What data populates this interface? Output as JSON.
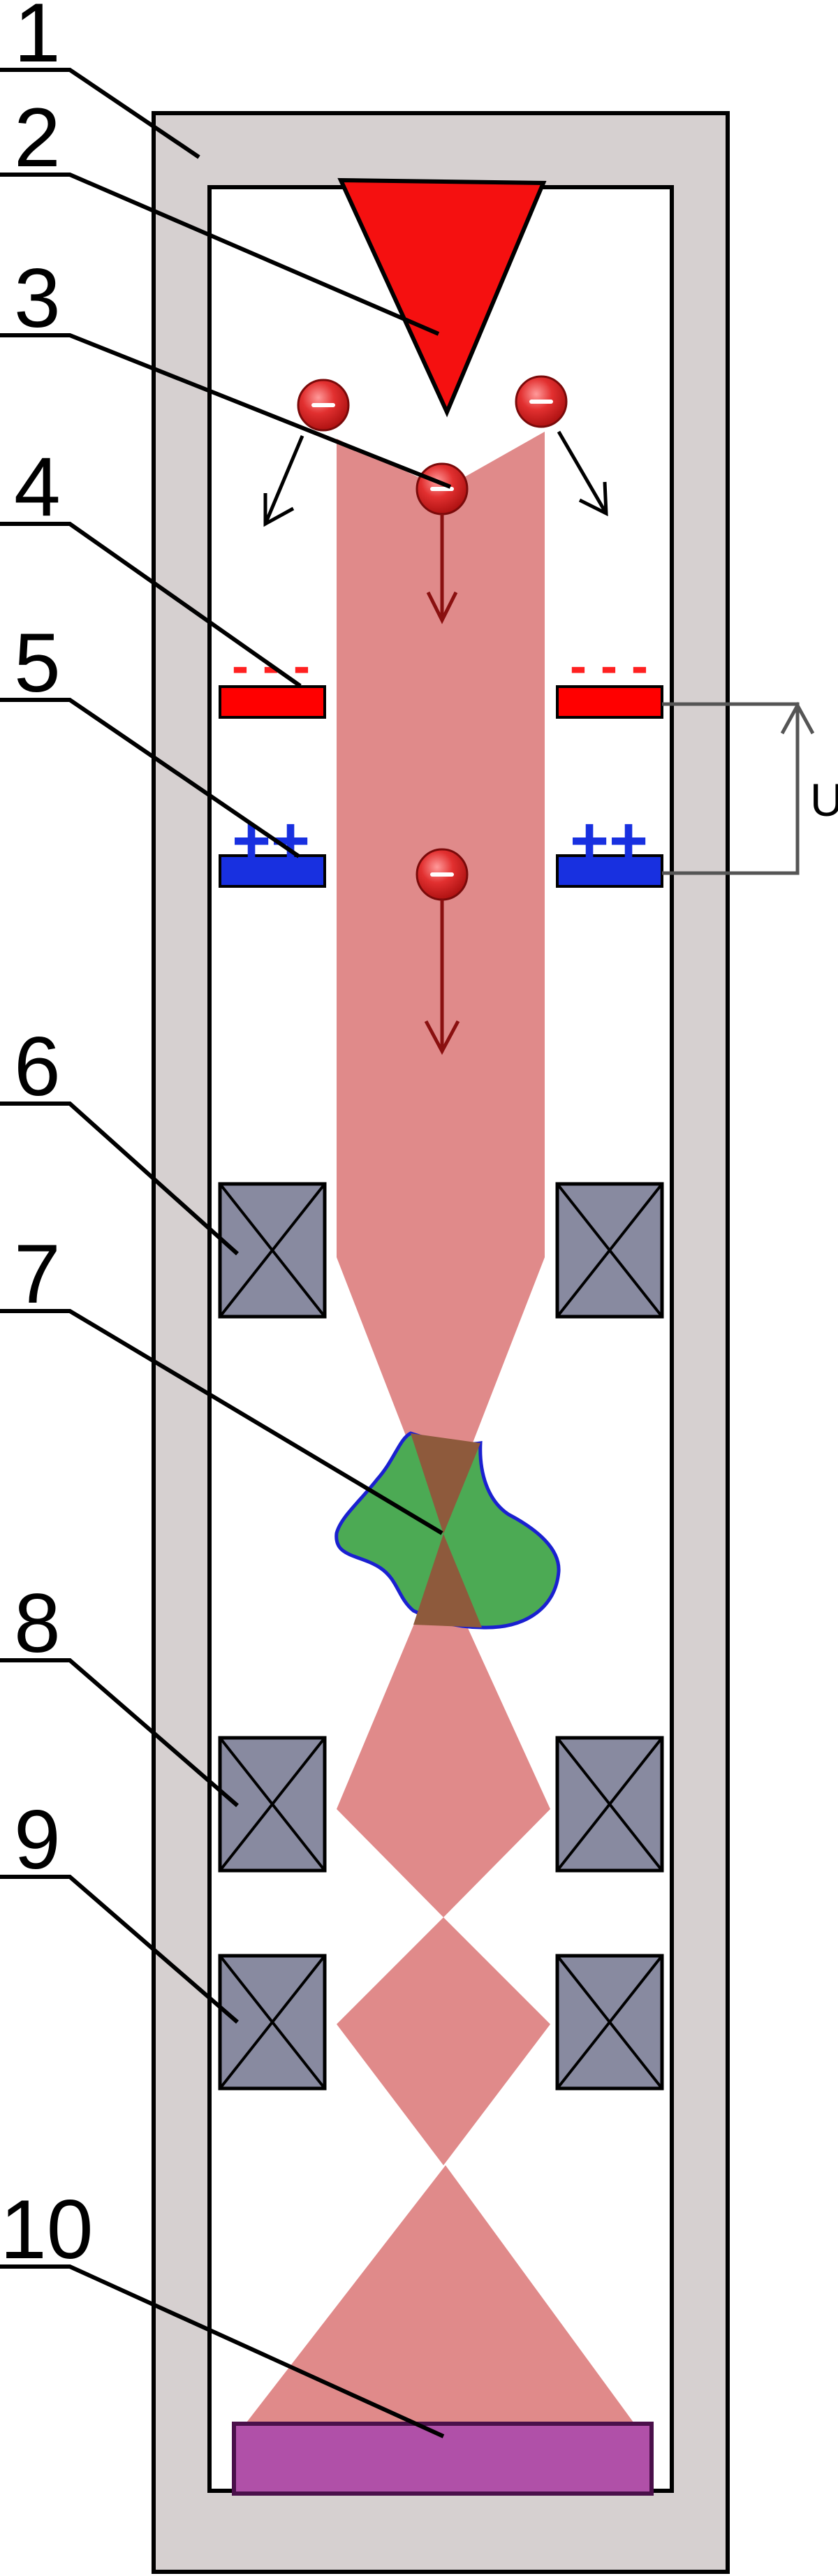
{
  "labels": [
    "1",
    "2",
    "3",
    "4",
    "5",
    "6",
    "7",
    "8",
    "9",
    "10"
  ],
  "voltage_label": "U",
  "plate_signs": {
    "negative": "- - -",
    "positive": "++"
  },
  "colors": {
    "housing": "#d6d0d0",
    "cathode": "#f51010",
    "beam": "#e08a8a",
    "negative_plate": "#ff0000",
    "positive_plate": "#1830e0",
    "negative_sign": "#ff2020",
    "positive_sign": "#1830e0",
    "lens": "#888aa0",
    "specimen_fill": "#4caa54",
    "specimen_stroke": "#1a20d0",
    "specimen_overlap": "#8e5a3c",
    "screen_fill": "#b050a8",
    "screen_stroke": "#4a104a",
    "electron": "#e02a2a",
    "electron_arrow": "#8a1010",
    "wire": "#555555"
  },
  "icons": {
    "electron": "electron-icon",
    "arrow": "arrow-down-icon"
  }
}
